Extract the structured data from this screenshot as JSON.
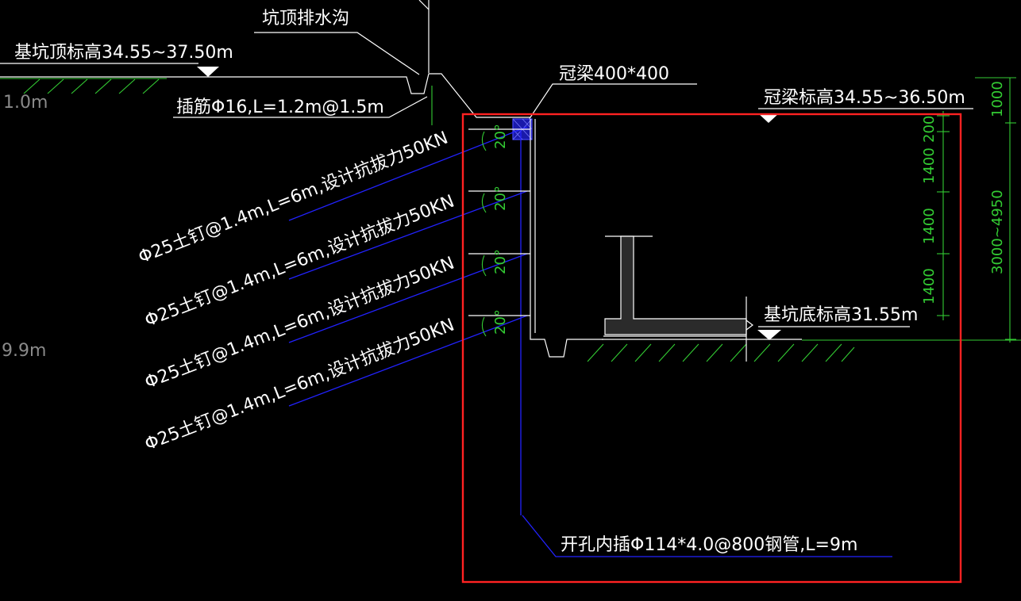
{
  "labels": {
    "drain_ditch": "坑顶排水沟",
    "top_elevation": "基坑顶标高34.55~37.50m",
    "left_fragment_top": "1.0m",
    "dowel_bar": "插筋Φ16,L=1.2m@1.5m",
    "crown_beam": "冠梁400*400",
    "crown_beam_elevation": "冠梁标高34.55~36.50m",
    "pit_bottom_elevation": "基坑底标高31.55m",
    "left_fragment_mid": "9.9m",
    "steel_pipe": "开孔内插Φ114*4.0@800钢管,L=9m"
  },
  "soil_nails": [
    "Φ25土钉@1.4m,L=6m,设计抗拔力50KN",
    "Φ25土钉@1.4m,L=6m,设计抗拔力50KN",
    "Φ25土钉@1.4m,L=6m,设计抗拔力50KN",
    "Φ25土钉@1.4m,L=6m,设计抗拔力50KN"
  ],
  "nail_angle": "20°",
  "dimensions": {
    "inner": [
      "200",
      "1400",
      "1400",
      "1400"
    ],
    "outer_top": "1000",
    "outer_total": "3000~4950"
  },
  "colors": {
    "background": "#000000",
    "text": "#ffffff",
    "dimension": "#33cc33",
    "nail": "#2222ff",
    "highlight": "#ff2222"
  }
}
